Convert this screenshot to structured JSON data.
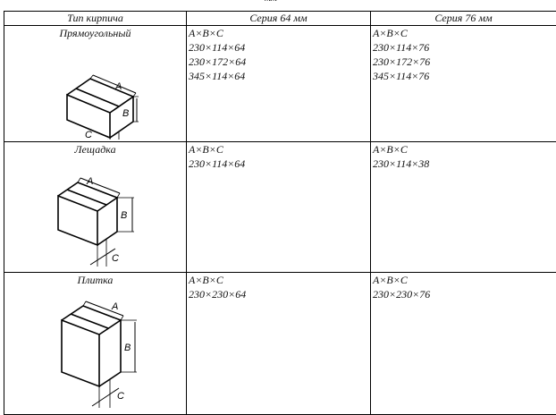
{
  "header_fragment": "мм",
  "table": {
    "headers": [
      "Тип кирпича",
      "Серия 64 мм",
      "Серия 76 мм"
    ],
    "rows": [
      {
        "type": "Прямоугольный",
        "series64": [
          "A×B×C",
          "230×114×64",
          "230×172×64",
          "345×114×64"
        ],
        "series76": [
          "A×B×C",
          "230×114×76",
          "230×172×76",
          "345×114×76"
        ],
        "figure_labels": [
          "A",
          "B",
          "C"
        ]
      },
      {
        "type": "Лещадка",
        "series64": [
          "A×B×C",
          "230×114×64"
        ],
        "series76": [
          "A×B×C",
          "230×114×38"
        ],
        "figure_labels": [
          "A",
          "B",
          "C"
        ]
      },
      {
        "type": "Плитка",
        "series64": [
          "A×B×C",
          "230×230×64"
        ],
        "series76": [
          "A×B×C",
          "230×230×76"
        ],
        "figure_labels": [
          "A",
          "B",
          "C"
        ]
      }
    ]
  }
}
